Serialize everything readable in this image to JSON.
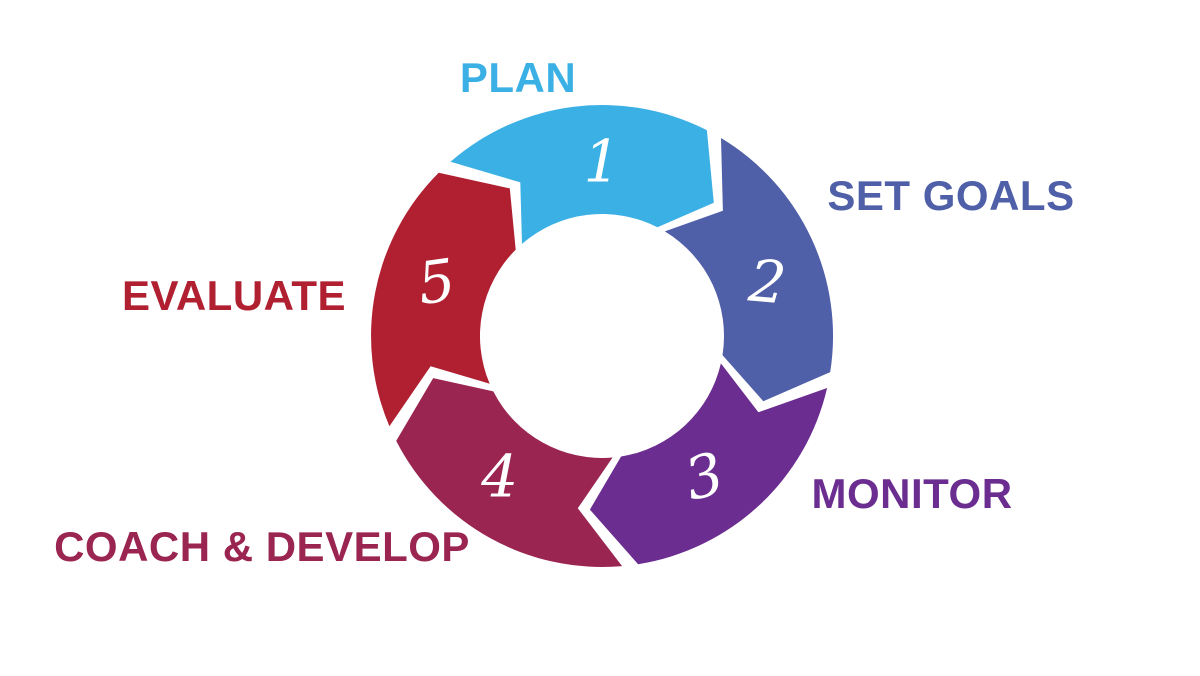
{
  "page": {
    "background_color": "#ffffff"
  },
  "diagram": {
    "kind": "cycle",
    "number_color": "#ffffff",
    "steps": [
      {
        "number": "1",
        "label": "PLAN",
        "color": "#3BB0E5"
      },
      {
        "number": "2",
        "label": "SET GOALS",
        "color": "#4F5FA8"
      },
      {
        "number": "3",
        "label": "MONITOR",
        "color": "#6B2D90"
      },
      {
        "number": "4",
        "label": "COACH & DEVELOP",
        "color": "#9B2551"
      },
      {
        "number": "5",
        "label": "EVALUATE",
        "color": "#B02031"
      }
    ]
  }
}
